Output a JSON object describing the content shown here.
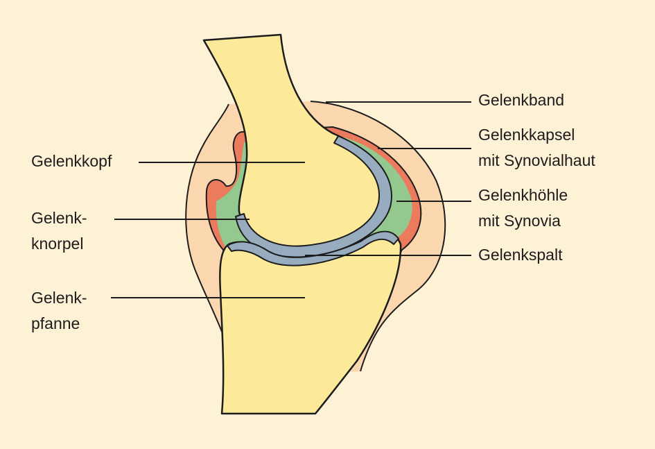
{
  "diagram": {
    "colors": {
      "background": "#fdf1d6",
      "bone": "#fde99a",
      "ligament": "#fbd7b0",
      "capsule": "#ec7a5c",
      "synovia": "#93c98e",
      "cartilage": "#98acc0",
      "outline": "#1c1c1c"
    },
    "labels_left": [
      {
        "id": "gelenkkopf",
        "lines": [
          "Gelenkkopf"
        ]
      },
      {
        "id": "gelenkknorpel",
        "lines": [
          "Gelenk-",
          "knorpel"
        ]
      },
      {
        "id": "gelenkpfanne",
        "lines": [
          "Gelenk-",
          "pfanne"
        ]
      }
    ],
    "labels_right": [
      {
        "id": "gelenkband",
        "lines": [
          "Gelenkband"
        ]
      },
      {
        "id": "gelenkkapsel",
        "lines": [
          "Gelenkkapsel",
          "mit Synovialhaut"
        ]
      },
      {
        "id": "gelenkhoehle",
        "lines": [
          "Gelenkhöhle",
          "mit Synovia"
        ]
      },
      {
        "id": "gelenkspalt",
        "lines": [
          "Gelenkspalt"
        ]
      }
    ]
  }
}
